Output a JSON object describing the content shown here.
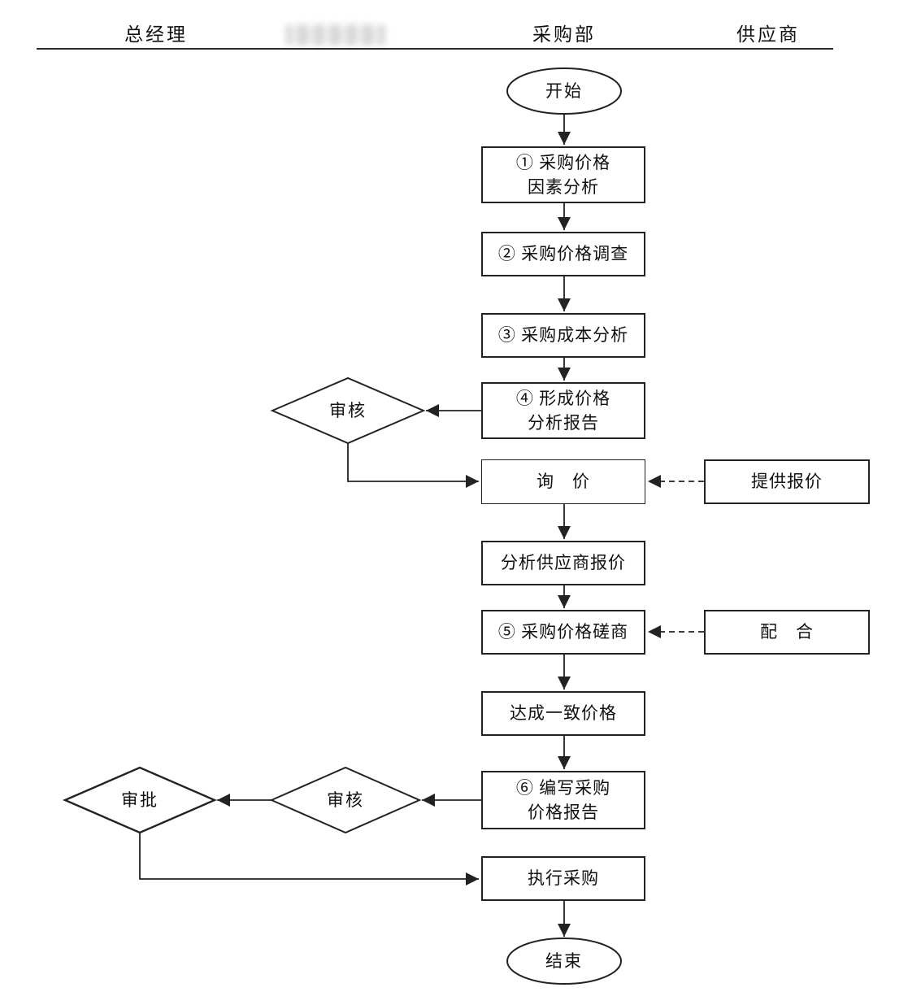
{
  "header": {
    "col_manager": "总经理",
    "col_purchasing": "采购部",
    "col_supplier": "供应商"
  },
  "flow": {
    "start": "开始",
    "step1": "① 采购价格\n因素分析",
    "step2": "② 采购价格调查",
    "step3": "③ 采购成本分析",
    "step4": "④ 形成价格\n分析报告",
    "review1": "审核",
    "inquiry": "询　价",
    "provide_quote": "提供报价",
    "analyze_quotes": "分析供应商报价",
    "step5": "⑤ 采购价格磋商",
    "cooperate": "配　合",
    "agree_price": "达成一致价格",
    "step6": "⑥ 编写采购\n价格报告",
    "review2": "审核",
    "approve": "审批",
    "execute": "执行采购",
    "end": "结束"
  },
  "colors": {
    "line": "#222222",
    "text": "#111111",
    "background": "#ffffff"
  }
}
